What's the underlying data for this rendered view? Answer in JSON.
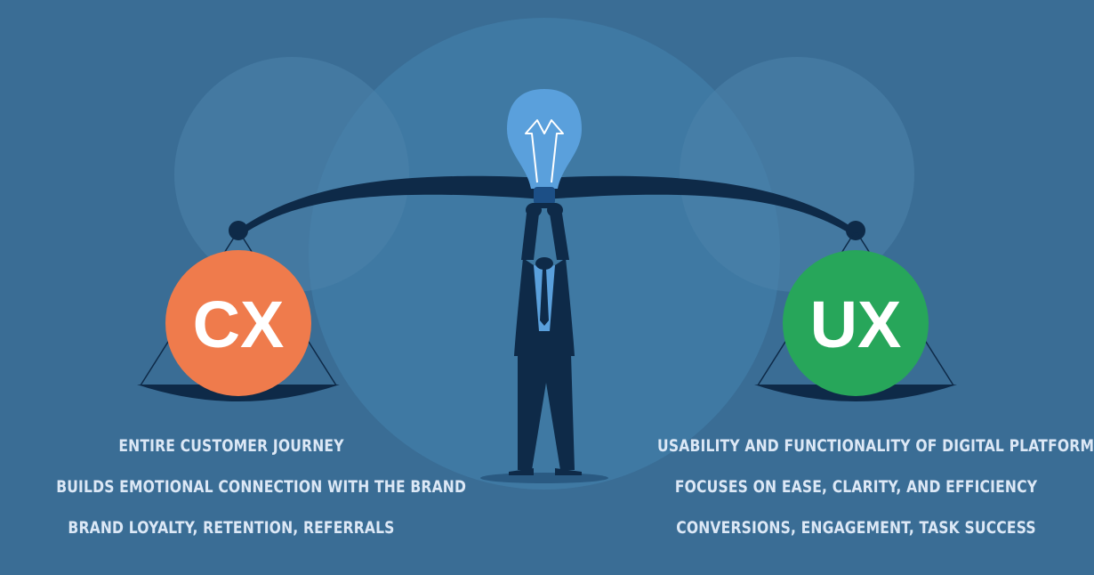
{
  "colors": {
    "background": "#3a6d95",
    "cx_accent": "#ef7b4c",
    "ux_accent": "#27a65a",
    "dark_navy": "#0e2a48",
    "bulb_blue": "#5aa0dc",
    "text_light": "#dce8f6"
  },
  "cx": {
    "label": "CX",
    "points": [
      "ENTIRE CUSTOMER JOURNEY",
      "BUILDS EMOTIONAL CONNECTION WITH THE BRAND",
      "BRAND LOYALTY, RETENTION, REFERRALS"
    ]
  },
  "ux": {
    "label": "UX",
    "points": [
      "USABILITY AND FUNCTIONALITY OF DIGITAL PLATFORMS",
      "FOCUSES ON EASE, CLARITY, AND EFFICIENCY",
      "CONVERSIONS, ENGAGEMENT, TASK SUCCESS"
    ]
  },
  "icons": [
    "lightbulb-icon",
    "balance-scale-icon",
    "businessman-icon"
  ]
}
